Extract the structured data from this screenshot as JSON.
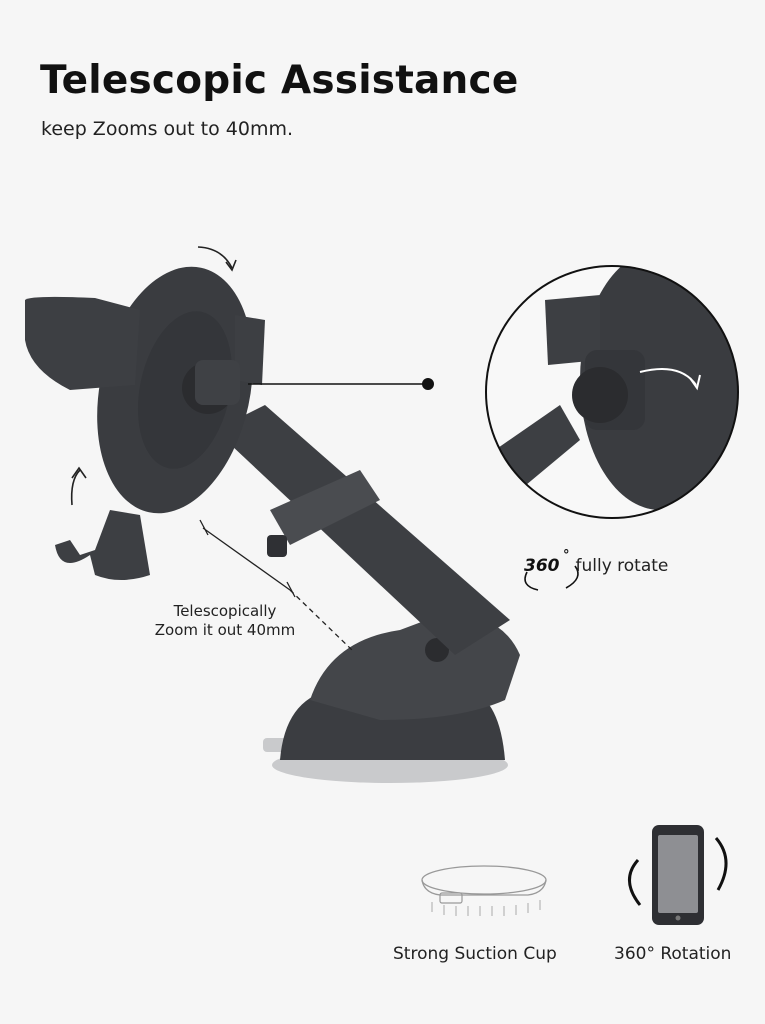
{
  "header": {
    "title": "Telescopic Assistance",
    "subtitle": "keep Zooms out to 40mm."
  },
  "callouts": {
    "telescopic_line1": "Telescopically",
    "telescopic_line2": "Zoom it out 40mm",
    "rotate_number": "360",
    "rotate_degree": "°",
    "rotate_text": "fully rotate"
  },
  "features": [
    {
      "label": "Strong Suction Cup",
      "icon": "suction-cup-icon"
    },
    {
      "label": "360° Rotation",
      "icon": "phone-rotation-icon"
    }
  ],
  "colors": {
    "background": "#f6f6f6",
    "product": "#3d3f43",
    "product_dark": "#2b2c2f",
    "suction_base": "#c9cacc"
  }
}
